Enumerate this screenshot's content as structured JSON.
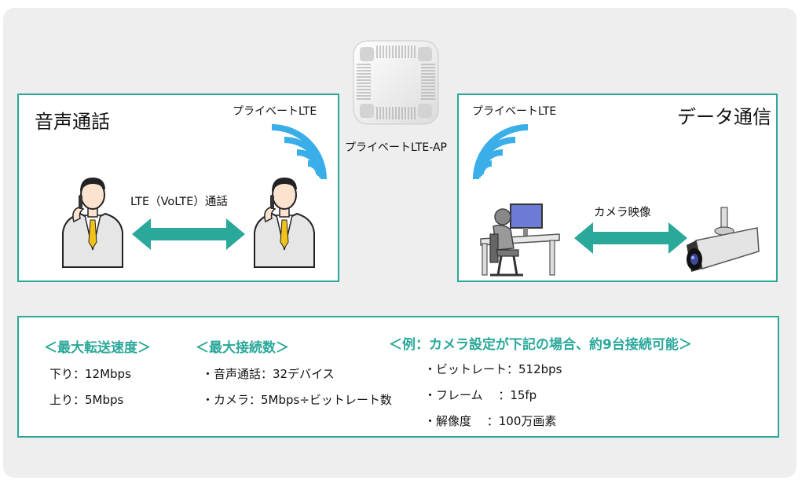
{
  "colors": {
    "accent": "#2aa89a",
    "signal": "#3aaee8",
    "panel_bg": "#eeeeee"
  },
  "ap": {
    "label": "プライベートLTE-AP",
    "icon": "lte-access-point-device"
  },
  "voice": {
    "title": "音声通話",
    "signal_label": "プライベートLTE",
    "link_label": "LTE（VoLTE）通話",
    "icons": [
      "person-on-phone-icon",
      "person-on-phone-icon",
      "wireless-signal-icon",
      "double-arrow-icon"
    ]
  },
  "data": {
    "title": "データ通信",
    "signal_label": "プライベートLTE",
    "link_label": "カメラ映像",
    "icons": [
      "operator-at-desk-icon",
      "security-camera-icon",
      "wireless-signal-icon",
      "double-arrow-icon"
    ]
  },
  "specs": {
    "speed": {
      "heading": "＜最大転送速度＞",
      "lines": [
        "下り：12Mbps",
        "上り：5Mbps"
      ]
    },
    "connections": {
      "heading": "＜最大接続数＞",
      "lines": [
        "・音声通話：32デバイス",
        "・カメラ：5Mbps÷ビットレート数"
      ]
    },
    "example": {
      "heading": "＜例：カメラ設定が下記の場合、約9台接続可能＞",
      "lines": [
        "・ビットレート：512bps",
        "・フレーム　 ：15fp",
        "・解像度　 ：100万画素"
      ]
    }
  }
}
